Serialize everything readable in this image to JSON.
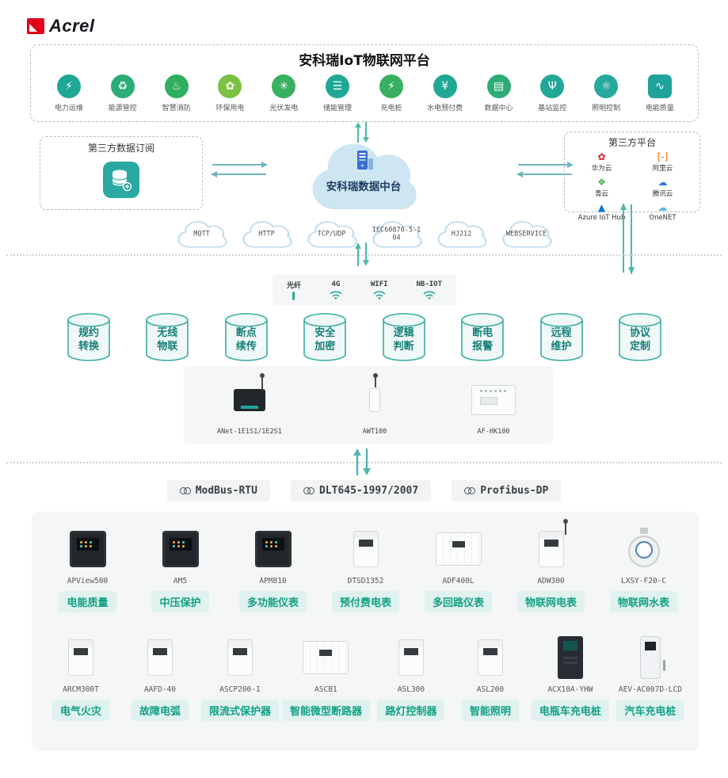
{
  "colors": {
    "accent": "#2FA9A0",
    "arrow": "#4FB7AF",
    "brand_red": "#E3001B",
    "chip_bg": "#E0F2EF",
    "chip_text": "#12A084"
  },
  "brand": {
    "logo_text": "Acrel"
  },
  "platform": {
    "title": "安科瑞IoT物联网平台",
    "apps": [
      {
        "label": "电力运维",
        "icon": "power-ops-icon",
        "glyph": "⚡",
        "color": "#21A795"
      },
      {
        "label": "能源管控",
        "icon": "energy-mgmt-icon",
        "glyph": "♻",
        "color": "#2BAD74"
      },
      {
        "label": "智慧消防",
        "icon": "fire-safety-icon",
        "glyph": "♨",
        "color": "#2FAF5F"
      },
      {
        "label": "环保用电",
        "icon": "eco-power-icon",
        "glyph": "✿",
        "color": "#7CC143"
      },
      {
        "label": "光伏发电",
        "icon": "solar-icon",
        "glyph": "☀",
        "color": "#37B05F"
      },
      {
        "label": "储能管理",
        "icon": "storage-icon",
        "glyph": "☰",
        "color": "#21A795"
      },
      {
        "label": "充电桩",
        "icon": "charging-icon",
        "glyph": "⚡",
        "color": "#37B05F"
      },
      {
        "label": "水电预付费",
        "icon": "prepay-icon",
        "glyph": "¥",
        "color": "#21A795"
      },
      {
        "label": "数据中心",
        "icon": "datacenter-icon",
        "glyph": "▤",
        "color": "#2BAD74"
      },
      {
        "label": "基站监控",
        "icon": "basestation-icon",
        "glyph": "Ψ",
        "color": "#21A795"
      },
      {
        "label": "照明控制",
        "icon": "lighting-icon",
        "glyph": "☼",
        "color": "#27A99E"
      },
      {
        "label": "电能质量",
        "icon": "power-quality-icon",
        "glyph": "∿",
        "color": "#1FA39A",
        "shape": "square"
      }
    ]
  },
  "third_party_subscribe": {
    "title": "第三方数据订阅"
  },
  "data_center": {
    "title": "安科瑞数据中台"
  },
  "third_party_platform": {
    "title": "第三方平台",
    "vendors": [
      {
        "name": "华为云",
        "glyph": "✿",
        "color": "#D4192C"
      },
      {
        "name": "阿里云",
        "glyph": "[-]",
        "color": "#FF6A00"
      },
      {
        "name": "青云",
        "glyph": "❖",
        "color": "#3BB34A"
      },
      {
        "name": "腾讯云",
        "glyph": "☁",
        "color": "#2E7CD6"
      },
      {
        "name": "Azure IoT Hub",
        "glyph": "▲",
        "color": "#0078D4"
      },
      {
        "name": "OneNET",
        "glyph": "☁",
        "color": "#57B8E6"
      }
    ]
  },
  "protocol_clouds": [
    "MQTT",
    "HTTP",
    "TCP/UDP",
    "IEC60870-5-104",
    "HJ212",
    "WEBSERVICE"
  ],
  "connectivity": [
    {
      "label": "光纤",
      "kind": "fiber"
    },
    {
      "label": "4G",
      "kind": "wifi"
    },
    {
      "label": "WIFI",
      "kind": "wifi"
    },
    {
      "label": "NB-IOT",
      "kind": "wifi"
    }
  ],
  "capabilities": [
    {
      "line1": "规约",
      "line2": "转换"
    },
    {
      "line1": "无线",
      "line2": "物联"
    },
    {
      "line1": "断点",
      "line2": "续传"
    },
    {
      "line1": "安全",
      "line2": "加密"
    },
    {
      "line1": "逻辑",
      "line2": "判断"
    },
    {
      "line1": "断电",
      "line2": "报警"
    },
    {
      "line1": "远程",
      "line2": "维护"
    },
    {
      "line1": "协议",
      "line2": "定制"
    }
  ],
  "gateways": [
    {
      "model": "ANet-1E1S1/1E2S1",
      "kind": "gwnet ant"
    },
    {
      "model": "AWT100",
      "kind": "awt ant"
    },
    {
      "model": "AF-HK100",
      "kind": "afhk"
    }
  ],
  "bus_protocols": [
    "ModBus-RTU",
    "DLT645-1997/2007",
    "Profibus-DP"
  ],
  "products_row1": [
    {
      "model": "APView500",
      "label": "电能质量",
      "kind": "panel"
    },
    {
      "model": "AM5",
      "label": "中压保护",
      "kind": "panel"
    },
    {
      "model": "APM810",
      "label": "多功能仪表",
      "kind": "panel"
    },
    {
      "model": "DTSD1352",
      "label": "预付费电表",
      "kind": "din"
    },
    {
      "model": "ADF400L",
      "label": "多回路仪表",
      "kind": "dinwide"
    },
    {
      "model": "ADW300",
      "label": "物联网电表",
      "kind": "din ant"
    },
    {
      "model": "LXSY-F20-C",
      "label": "物联网水表",
      "kind": "water"
    }
  ],
  "products_row2": [
    {
      "model": "ARCM300T",
      "label": "电气火灾",
      "kind": "din"
    },
    {
      "model": "AAFD-40",
      "label": "故障电弧",
      "kind": "din"
    },
    {
      "model": "ASCP200-1",
      "label": "限流式保护器",
      "kind": "din"
    },
    {
      "model": "ASCB1",
      "label": "智能微型断路器",
      "kind": "dinwide"
    },
    {
      "model": "ASL300",
      "label": "路灯控制器",
      "kind": "din"
    },
    {
      "model": "ASL200",
      "label": "智能照明",
      "kind": "din"
    },
    {
      "model": "ACX10A-YHW",
      "label": "电瓶车充电桩",
      "kind": "cab"
    },
    {
      "model": "AEV-AC007D-LCD",
      "label": "汽车充电桩",
      "kind": "pole"
    }
  ]
}
